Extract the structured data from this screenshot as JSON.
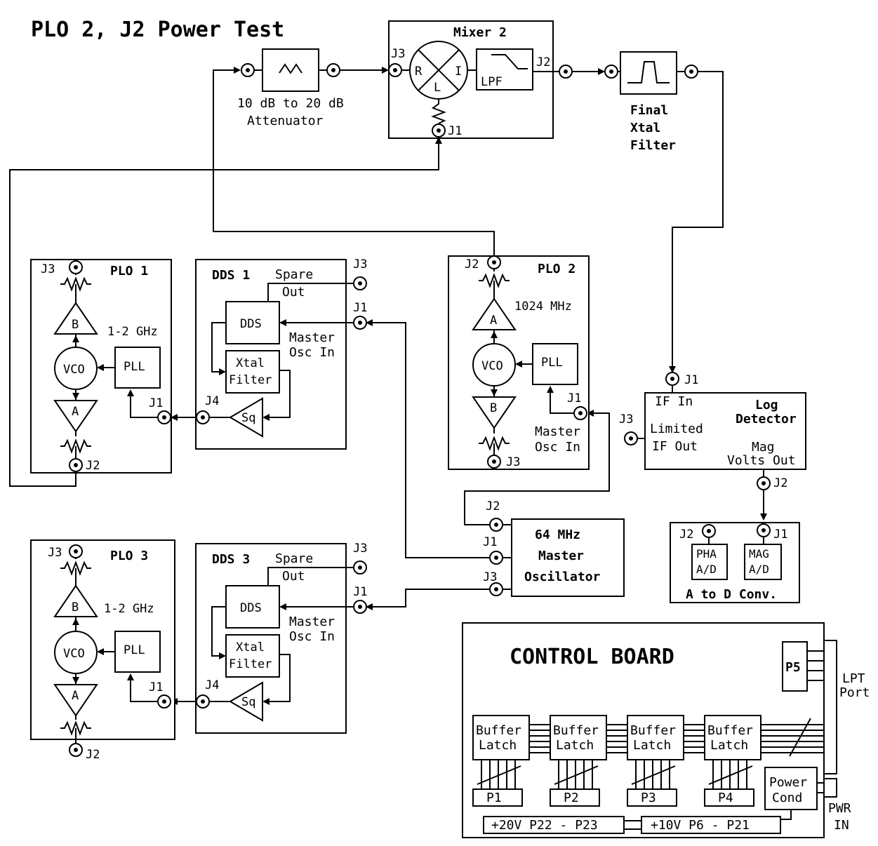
{
  "title": "PLO 2, J2 Power Test",
  "attenuator": {
    "line1": "10 dB to 20 dB",
    "line2": "Attenuator"
  },
  "mixer": {
    "title": "Mixer 2",
    "r": "R",
    "i": "I",
    "l": "L",
    "lpf": "LPF",
    "j1": "J1",
    "j2": "J2",
    "j3": "J3"
  },
  "xtal_filter": {
    "line1": "Final",
    "line2": "Xtal",
    "line3": "Filter"
  },
  "plo1": {
    "title": "PLO 1",
    "j3": "J3",
    "j2": "J2",
    "j1": "J1",
    "amp_b": "B",
    "amp_a": "A",
    "vco": "VCO",
    "pll": "PLL",
    "freq": "1-2 GHz"
  },
  "dds1": {
    "title": "DDS 1",
    "spare": "Spare",
    "out": "Out",
    "dds": "DDS",
    "xtal1": "Xtal",
    "xtal2": "Filter",
    "master1": "Master",
    "master2": "Osc In",
    "sq": "Sq",
    "j1": "J1",
    "j3": "J3",
    "j4": "J4"
  },
  "plo2": {
    "title": "PLO 2",
    "j2": "J2",
    "j3": "J3",
    "j1": "J1",
    "amp_a": "A",
    "amp_b": "B",
    "vco": "VCO",
    "pll": "PLL",
    "freq": "1024 MHz",
    "master1": "Master",
    "master2": "Osc In"
  },
  "log_detector": {
    "title1": "Log",
    "title2": "Detector",
    "if_in": "IF In",
    "limited": "Limited",
    "if_out": "IF Out",
    "mag": "Mag",
    "volts_out": "Volts Out",
    "j1": "J1",
    "j2": "J2",
    "j3": "J3"
  },
  "master_osc": {
    "line1": "64 MHz",
    "line2": "Master",
    "line3": "Oscillator",
    "j1": "J1",
    "j2": "J2",
    "j3": "J3"
  },
  "adc": {
    "title": "A to D Conv.",
    "pha1": "PHA",
    "pha2": "A/D",
    "mag1": "MAG",
    "mag2": "A/D",
    "j1": "J1",
    "j2": "J2"
  },
  "plo3": {
    "title": "PLO 3",
    "j3": "J3",
    "j2": "J2",
    "j1": "J1",
    "amp_b": "B",
    "amp_a": "A",
    "vco": "VCO",
    "pll": "PLL",
    "freq": "1-2 GHz"
  },
  "dds3": {
    "title": "DDS 3",
    "spare": "Spare",
    "out": "Out",
    "dds": "DDS",
    "xtal1": "Xtal",
    "xtal2": "Filter",
    "master1": "Master",
    "master2": "Osc In",
    "sq": "Sq",
    "j1": "J1",
    "j3": "J3",
    "j4": "J4"
  },
  "control": {
    "title": "CONTROL BOARD",
    "p5": "P5",
    "lpt1": "LPT",
    "lpt2": "Port",
    "buffer1": "Buffer",
    "buffer2": "Latch",
    "p_labels": [
      "P1",
      "P2",
      "P3",
      "P4"
    ],
    "power1": "Power",
    "power2": "Cond",
    "pwr1": "PWR",
    "pwr2": "IN",
    "rail20": "+20V  P22 - P23",
    "rail10": "+10V  P6 - P21"
  }
}
